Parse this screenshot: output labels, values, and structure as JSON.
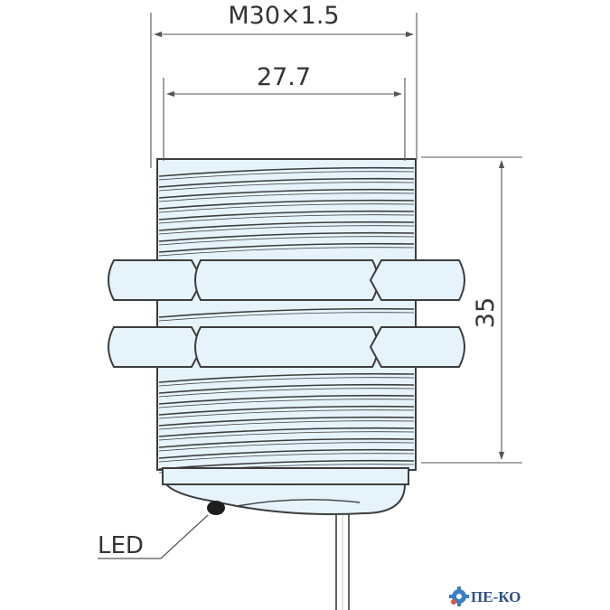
{
  "dimensions": {
    "thread_outer": "M30×1.5",
    "thread_inner": "27.7",
    "thread_length": "35"
  },
  "callouts": {
    "led": "LED"
  },
  "logo": {
    "text": "ПЕ-КО"
  },
  "colors": {
    "body_fill": "#e6f3fb",
    "outline": "#3d3d3d",
    "dimension_line": "#555555",
    "logo_blue": "#2f4f8a",
    "logo_gear": "#3a7fc1"
  }
}
